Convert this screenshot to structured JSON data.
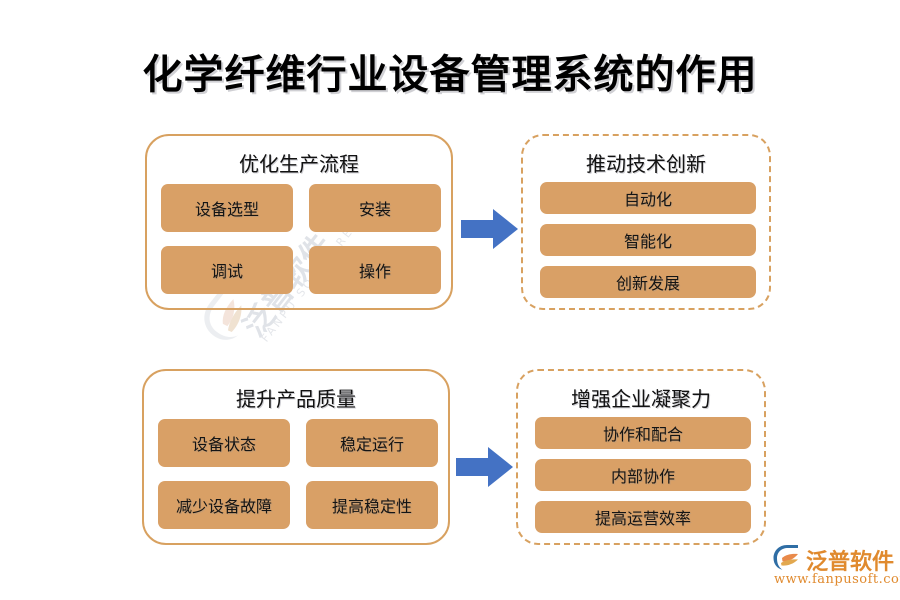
{
  "page": {
    "title": "化学纤维行业设备管理系统的作用",
    "background_color": "#ffffff"
  },
  "colors": {
    "pill_fill": "#d9a066",
    "group_border": "#d8a160",
    "arrow": "#4472c4",
    "title_text": "#000000",
    "logo": "#e08a2e"
  },
  "groups": [
    {
      "id": "optimize-production-process",
      "title": "优化生产流程",
      "border_style": "solid",
      "layout": "grid2",
      "items": [
        "设备选型",
        "安装",
        "调试",
        "操作"
      ]
    },
    {
      "id": "promote-technical-innovation",
      "title": "推动技术创新",
      "border_style": "dash-dot",
      "layout": "bars",
      "items": [
        "自动化",
        "智能化",
        "创新发展"
      ]
    },
    {
      "id": "improve-product-quality",
      "title": "提升产品质量",
      "border_style": "solid",
      "layout": "grid2",
      "items": [
        "设备状态",
        "稳定运行",
        "减少设备故障",
        "提高稳定性"
      ]
    },
    {
      "id": "enhance-enterprise-cohesion",
      "title": "增强企业凝聚力",
      "border_style": "dash-dot",
      "layout": "bars",
      "items": [
        "协作和配合",
        "内部协作",
        "提高运营效率"
      ]
    }
  ],
  "arrows": [
    {
      "id": "arrow-top",
      "from": "优化生产流程",
      "to": "推动技术创新",
      "direction": "right"
    },
    {
      "id": "arrow-bottom",
      "from": "提升产品质量",
      "to": "增强企业凝聚力",
      "direction": "right"
    }
  ],
  "watermark": {
    "text": "泛普软件",
    "subtext": "FANPU SOFTWARE"
  },
  "logo": {
    "name": "泛普软件",
    "url": "www.fanpusoft.com"
  }
}
